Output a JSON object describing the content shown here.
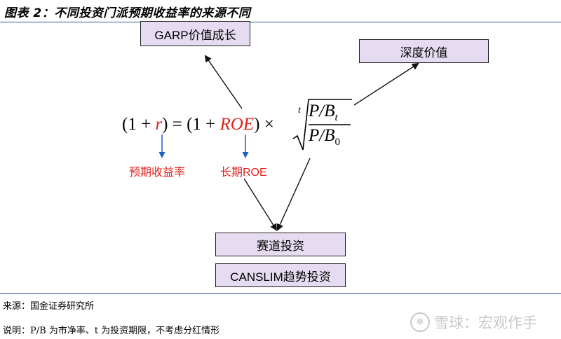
{
  "title": "图表 2：不同投资门派预期收益率的来源不同",
  "boxes": {
    "garp": "GARP价值成长",
    "deep_value": "深度价值",
    "track": "赛道投资",
    "canslim": "CANSLIM趋势投资"
  },
  "formula": {
    "open1": "(1 +",
    "r": "r",
    "close_eq": ") = (1 +",
    "roe": "ROE",
    "close_times": ") ×",
    "root_index": "t",
    "num_pb": "P/B",
    "num_sub": "t",
    "den_pb": "P/B",
    "den_sub": "0"
  },
  "labels": {
    "expected_return": "预期收益率",
    "long_roe": "长期ROE"
  },
  "source": "来源：国金证券研究所",
  "note": "说明：P/B 为市净率、t 为投资期限，不考虑分红情形",
  "watermark": "雪球：宏观作手",
  "colors": {
    "box_fill": "#e6dcf1",
    "accent_red": "#e0201b",
    "arrow_blue": "#1f5fbf",
    "rule_blue": "#2f5597"
  }
}
